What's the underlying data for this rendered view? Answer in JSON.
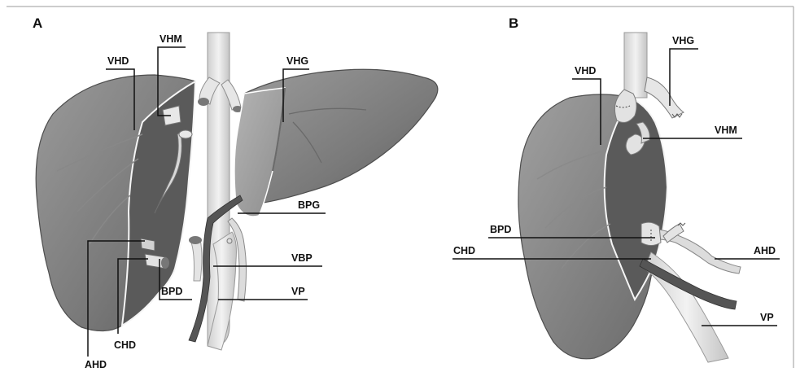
{
  "panels": [
    {
      "letter": "A",
      "labels": {
        "vhd": "VHD",
        "vhm": "VHM",
        "vhg": "VHG",
        "bpg": "BPG",
        "vbp": "VBP",
        "vp": "VP",
        "bpd": "BPD",
        "chd": "CHD",
        "ahd": "AHD"
      }
    },
    {
      "letter": "B",
      "labels": {
        "vhd": "VHD",
        "vhg": "VHG",
        "vhm": "VHM",
        "bpd": "BPD",
        "chd": "CHD",
        "ahd": "AHD",
        "vp": "VP"
      }
    }
  ],
  "colors": {
    "liver_dark": "#6b6b6b",
    "liver_mid": "#8a8a8a",
    "cut_surface": "#5a5a5a",
    "vessel_light": "#dcdcdc",
    "artery": "#555555",
    "frame": "#999999"
  }
}
